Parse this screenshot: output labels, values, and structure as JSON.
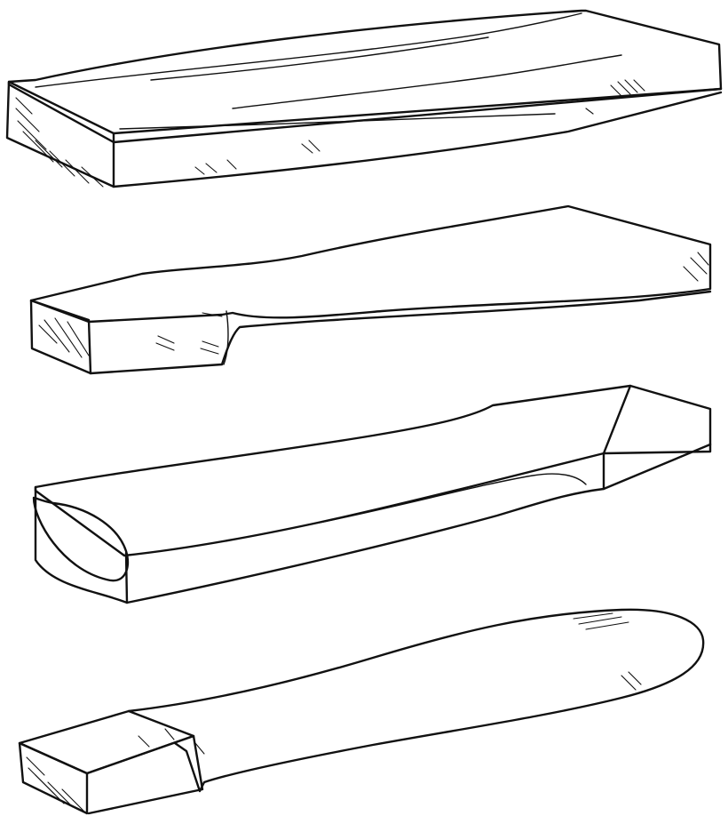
{
  "illustration": {
    "ink_color": "#111111",
    "paper_color": "#ffffff",
    "stages": [
      {
        "id": "rough-blank"
      },
      {
        "id": "tapered-blank"
      },
      {
        "id": "shaped-blank"
      },
      {
        "id": "finished-handle"
      }
    ]
  }
}
